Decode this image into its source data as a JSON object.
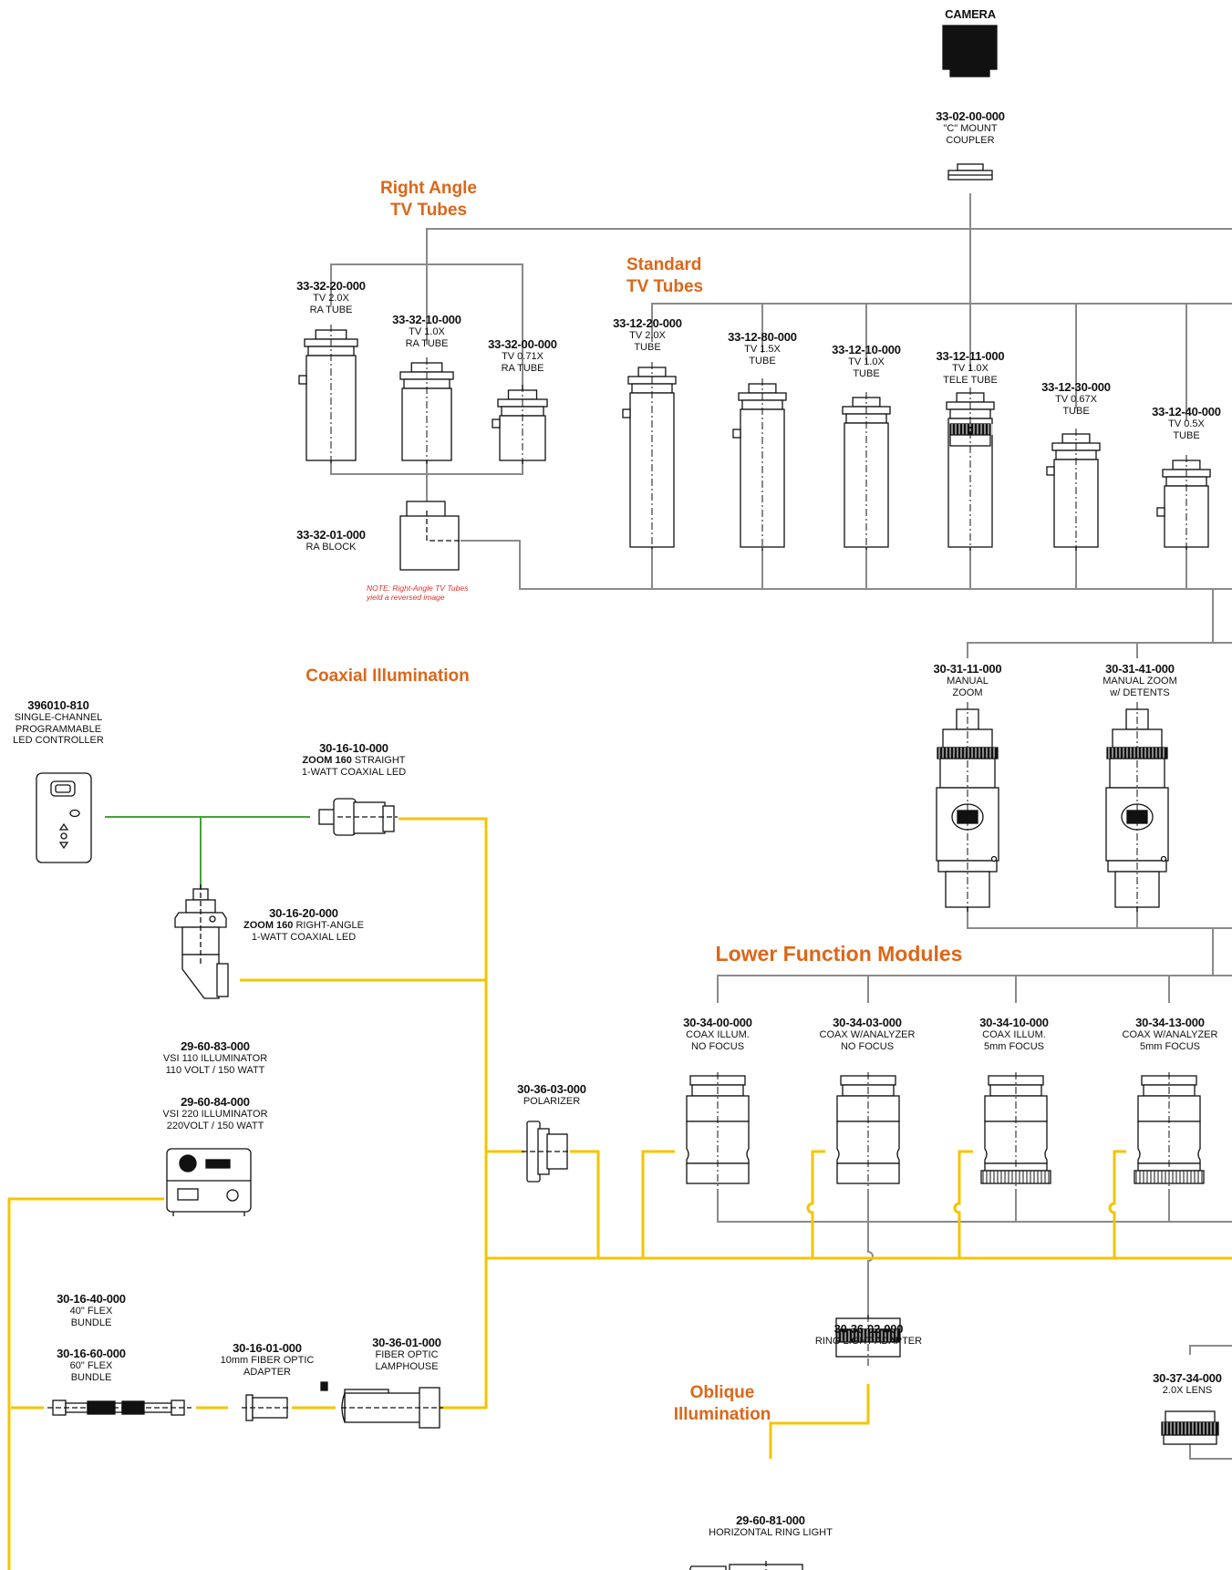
{
  "sections": {
    "right_angle": "Right Angle\nTV Tubes",
    "standard": "Standard\nTV Tubes",
    "coaxial": "Coaxial Illumination",
    "lower": "Lower Function Modules",
    "oblique": "Oblique\nIllumination"
  },
  "note": "NOTE: Right-Angle TV Tubes\nyield a reversed image",
  "camera": "CAMERA",
  "parts": [
    {
      "id": "p_330200",
      "pn": "33-02-00-000",
      "desc": "\"C\" MOUNT\nCOUPLER"
    },
    {
      "id": "p_333220",
      "pn": "33-32-20-000",
      "desc": "TV 2.0X\nRA TUBE"
    },
    {
      "id": "p_333210",
      "pn": "33-32-10-000",
      "desc": "TV 1.0X\nRA TUBE"
    },
    {
      "id": "p_333200",
      "pn": "33-32-00-000",
      "desc": "TV 0.71X\nRA TUBE"
    },
    {
      "id": "p_333201",
      "pn": "33-32-01-000",
      "desc": "RA BLOCK"
    },
    {
      "id": "p_331220",
      "pn": "33-12-20-000",
      "desc": "TV 2.0X\nTUBE"
    },
    {
      "id": "p_331280",
      "pn": "33-12-80-000",
      "desc": "TV 1.5X\nTUBE"
    },
    {
      "id": "p_331210",
      "pn": "33-12-10-000",
      "desc": "TV 1.0X\nTUBE"
    },
    {
      "id": "p_331211",
      "pn": "33-12-11-000",
      "desc": "TV 1.0X\nTELE TUBE"
    },
    {
      "id": "p_331230",
      "pn": "33-12-30-000",
      "desc": "TV 0.67X\nTUBE"
    },
    {
      "id": "p_331240",
      "pn": "33-12-40-000",
      "desc": "TV 0.5X\nTUBE"
    },
    {
      "id": "p_303111",
      "pn": "30-31-11-000",
      "desc": "MANUAL\nZOOM"
    },
    {
      "id": "p_303141",
      "pn": "30-31-41-000",
      "desc": "MANUAL ZOOM\nw/ DETENTS"
    },
    {
      "id": "p_396010",
      "pn": "396010-810",
      "desc": "SINGLE-CHANNEL\nPROGRAMMABLE\nLED CONTROLLER"
    },
    {
      "id": "p_301610",
      "pn": "30-16-10-000",
      "desc_bold": "ZOOM 160",
      "desc": " STRAIGHT\n1-WATT COAXIAL LED"
    },
    {
      "id": "p_301620",
      "pn": "30-16-20-000",
      "desc_bold": "ZOOM 160",
      "desc": " RIGHT-ANGLE\n1-WATT COAXIAL LED"
    },
    {
      "id": "p_296083",
      "pn": "29-60-83-000",
      "desc": "VSI 110 ILLUMINATOR\n110 VOLT / 150 WATT"
    },
    {
      "id": "p_296084",
      "pn": "29-60-84-000",
      "desc": "VSI 220 ILLUMINATOR\n220VOLT / 150 WATT"
    },
    {
      "id": "p_303603",
      "pn": "30-36-03-000",
      "desc": "POLARIZER"
    },
    {
      "id": "p_303400",
      "pn": "30-34-00-000",
      "desc": "COAX ILLUM.\nNO FOCUS"
    },
    {
      "id": "p_303403",
      "pn": "30-34-03-000",
      "desc": "COAX W/ANALYZER\nNO FOCUS"
    },
    {
      "id": "p_303410",
      "pn": "30-34-10-000",
      "desc": "COAX ILLUM.\n5mm FOCUS"
    },
    {
      "id": "p_303413",
      "pn": "30-34-13-000",
      "desc": "COAX W/ANALYZER\n5mm FOCUS"
    },
    {
      "id": "p_301640",
      "pn": "30-16-40-000",
      "desc": "40\" FLEX\nBUNDLE"
    },
    {
      "id": "p_301660",
      "pn": "30-16-60-000",
      "desc": "60\" FLEX\nBUNDLE"
    },
    {
      "id": "p_301601",
      "pn": "30-16-01-000",
      "desc": "10mm FIBER OPTIC\nADAPTER"
    },
    {
      "id": "p_303601",
      "pn": "30-36-01-000",
      "desc": "FIBER OPTIC\nLAMPHOUSE"
    },
    {
      "id": "p_303602",
      "pn": "30-36-02-000",
      "desc": "RING LIGHT ADAPTER"
    },
    {
      "id": "p_303734",
      "pn": "30-37-34-000",
      "desc": "2.0X LENS"
    },
    {
      "id": "p_296081",
      "pn": "29-60-81-000",
      "desc": "HORIZONTAL RING LIGHT"
    }
  ],
  "colors": {
    "gray_line": "#8a8a8a",
    "yellow_line": "#f5c400",
    "green_line": "#43a535",
    "orange": "#dd6618",
    "red_note": "#e0302a"
  }
}
